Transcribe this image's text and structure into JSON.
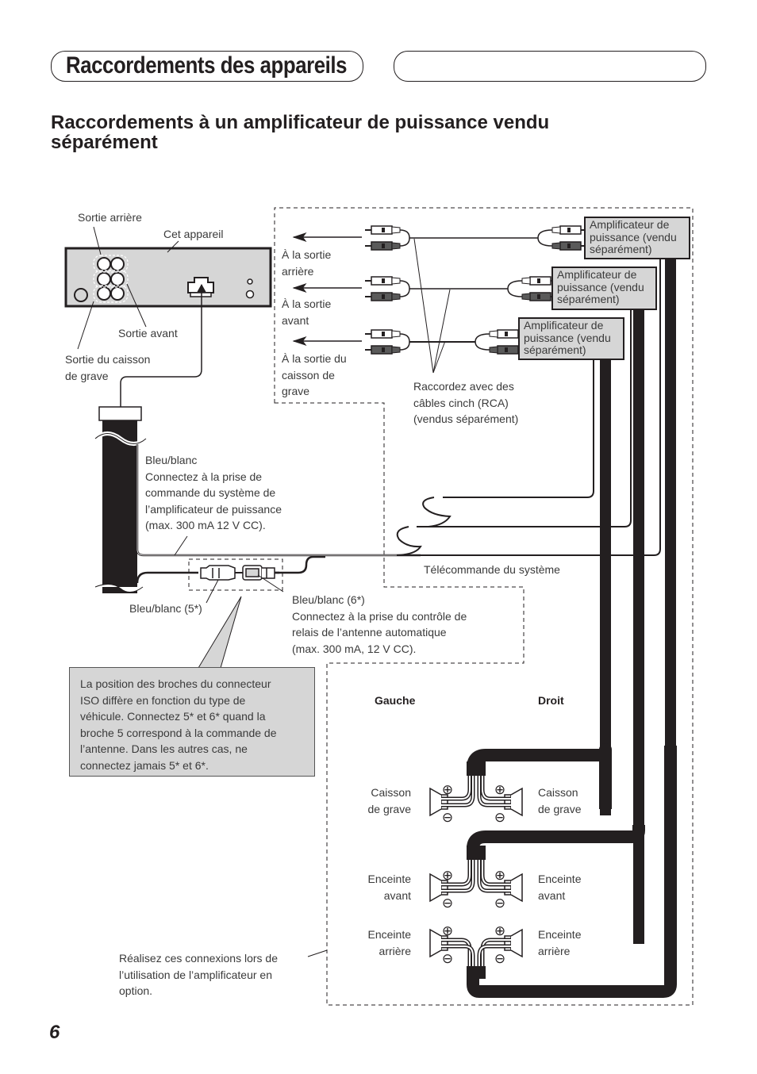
{
  "header": {
    "section_title": "Raccordements des appareils",
    "blank_tab": ""
  },
  "heading": {
    "line1": "Raccordements à un amplificateur de puissance vendu",
    "line2": "séparément"
  },
  "head_unit": {
    "label_rear_output": "Sortie arrière",
    "label_this_unit": "Cet appareil",
    "label_front_output": "Sortie avant",
    "label_sub_output": [
      "Sortie du caisson",
      "de grave"
    ]
  },
  "rca": {
    "to_rear": [
      "À la sortie",
      "arrière"
    ],
    "to_front": [
      "À la sortie",
      "avant"
    ],
    "to_sub": [
      "À la sortie du",
      "caisson de",
      "grave"
    ],
    "cables_note": [
      "Raccordez avec des",
      "câbles cinch (RCA)",
      "(vendus séparément)"
    ]
  },
  "amplifiers": [
    {
      "lines": [
        "Amplificateur de",
        "puissance (vendu",
        "séparément)"
      ]
    },
    {
      "lines": [
        "Amplificateur de",
        "puissance (vendu",
        "séparément)"
      ]
    },
    {
      "lines": [
        "Amplificateur de",
        "puissance (vendu",
        "séparément)"
      ]
    }
  ],
  "wires": {
    "blue_white_system": [
      "Bleu/blanc",
      "Connectez à la prise de",
      "commande du système de",
      "l’amplificateur de puissance",
      "(max. 300 mA 12 V CC)."
    ],
    "system_remote": "Télécommande du système",
    "blue_white_5": "Bleu/blanc (5*)",
    "blue_white_6": [
      "Bleu/blanc (6*)",
      "Connectez à la prise du contrôle de",
      "relais de l’antenne automatique",
      "(max. 300 mA, 12 V CC)."
    ]
  },
  "iso_note": [
    "La position des broches du connecteur",
    "ISO diffère en fonction du type de",
    "véhicule. Connectez 5* et 6* quand la",
    "broche 5 correspond à la commande de",
    "l’antenne. Dans les autres cas, ne",
    "connectez jamais 5* et 6*."
  ],
  "speakers": {
    "left_header": "Gauche",
    "right_header": "Droit",
    "sub_left": [
      "Caisson",
      "de grave"
    ],
    "sub_right": [
      "Caisson",
      "de grave"
    ],
    "front_left": [
      "Enceinte",
      "avant"
    ],
    "front_right": [
      "Enceinte",
      "avant"
    ],
    "rear_left": [
      "Enceinte",
      "arrière"
    ],
    "rear_right": [
      "Enceinte",
      "arrière"
    ],
    "plus_symbol": "⊕",
    "minus_symbol": "⊖"
  },
  "optional_note": [
    "Réalisez ces connexions lors de",
    "l’utilisation de l’amplificateur en",
    "option."
  ],
  "page_number": "6",
  "colors": {
    "ink": "#231f20",
    "box_fill": "#d6d6d6",
    "plug_dark": "#5a5a5a"
  }
}
